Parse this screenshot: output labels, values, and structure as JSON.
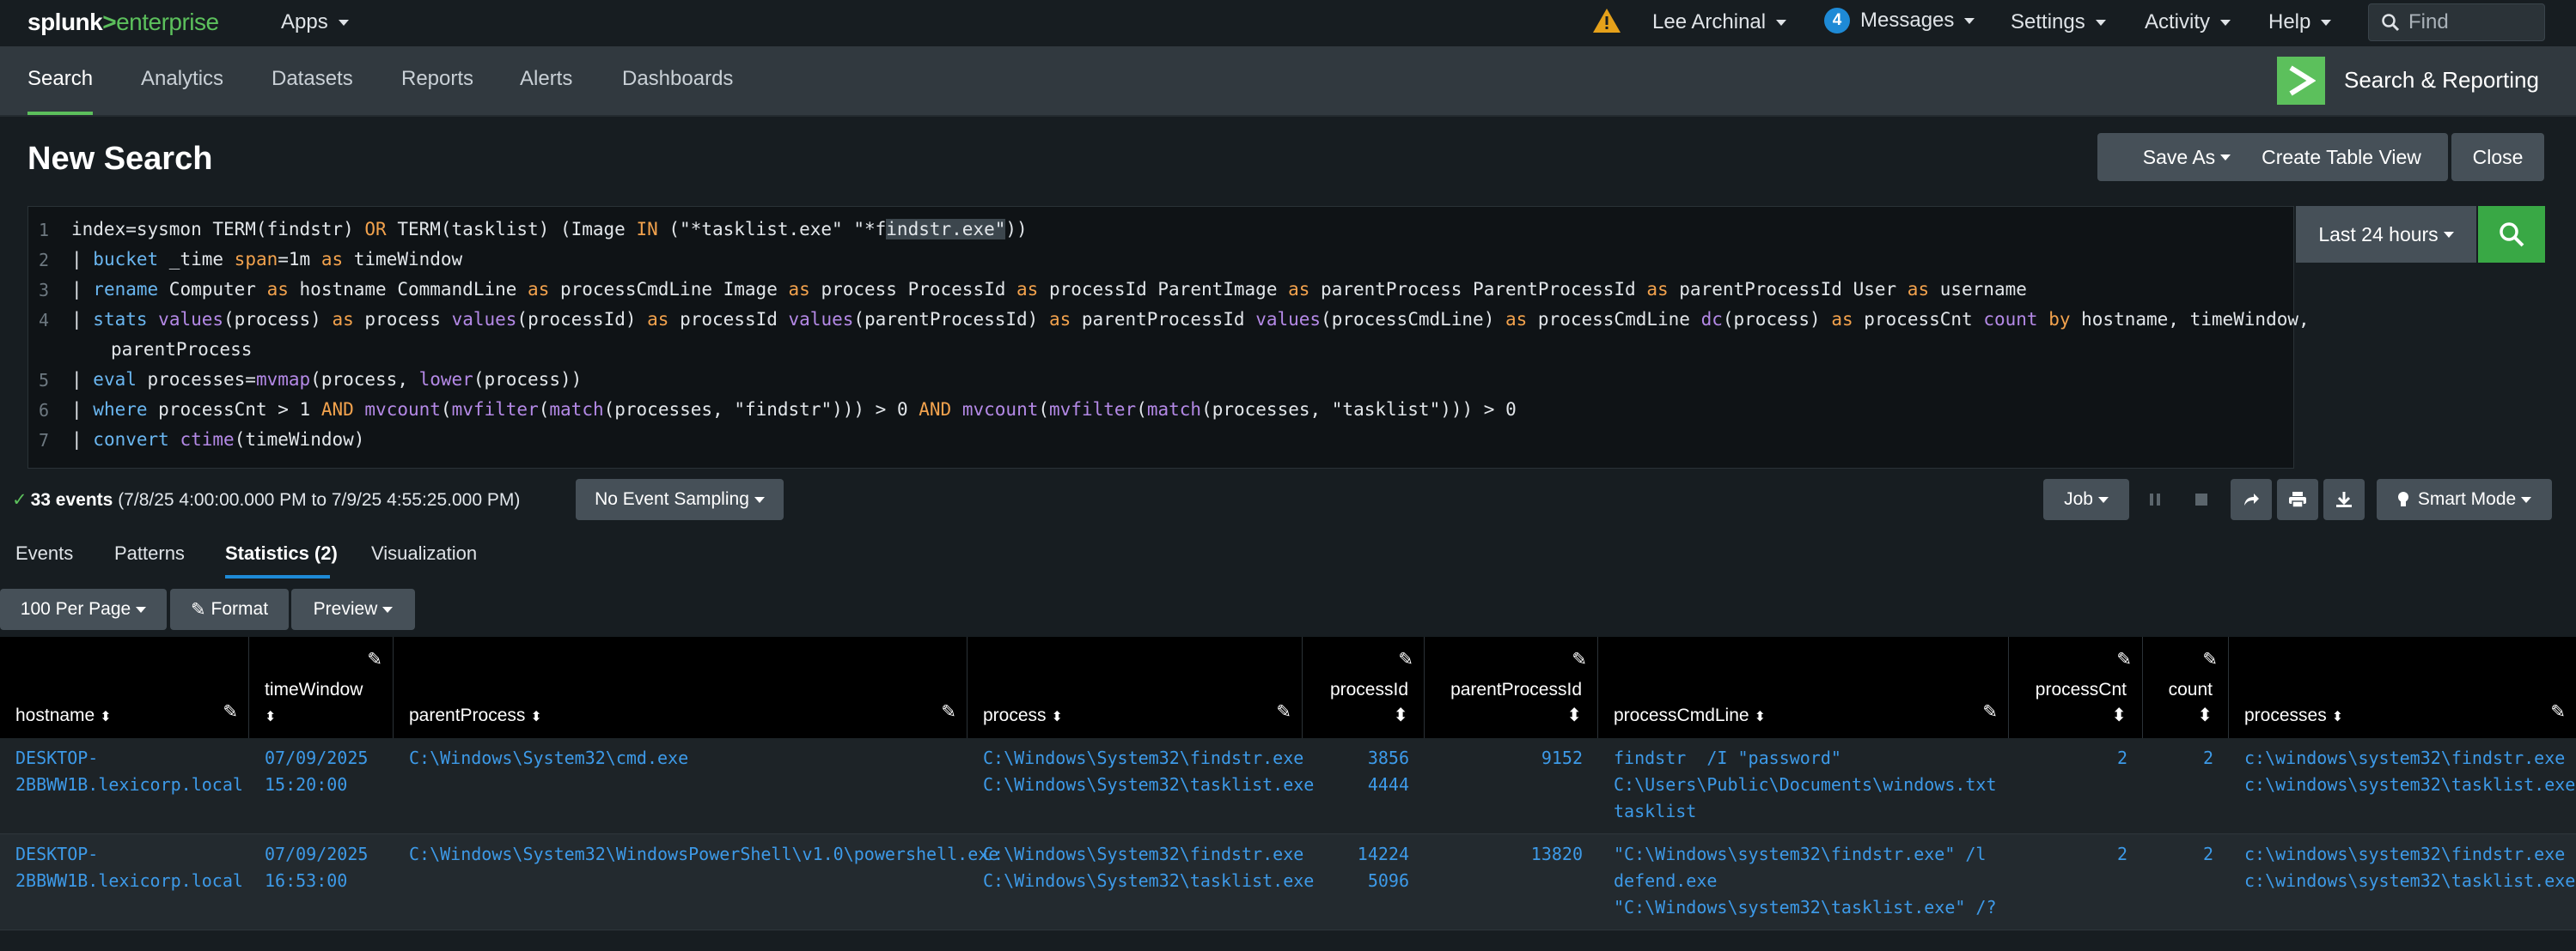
{
  "topbar": {
    "logo_splunk": "splunk",
    "logo_gt": ">",
    "logo_enterprise": "enterprise",
    "apps": "Apps",
    "user": "Lee Archinal",
    "messages_count": "4",
    "messages": "Messages",
    "settings": "Settings",
    "activity": "Activity",
    "help": "Help",
    "find": "Find",
    "warning_color": "#e5a11a"
  },
  "appbar": {
    "tabs": [
      "Search",
      "Analytics",
      "Datasets",
      "Reports",
      "Alerts",
      "Dashboards"
    ],
    "app_name": "Search & Reporting",
    "accent": "#5cc05c"
  },
  "page": {
    "title": "New Search",
    "save_as": "Save As",
    "create_table_view": "Create Table View",
    "close": "Close"
  },
  "search": {
    "line_numbers": [
      "1",
      "2",
      "3",
      "4",
      "5",
      "6",
      "7"
    ],
    "time_range": "Last 24 hours"
  },
  "status": {
    "check": "✓",
    "events": "33 events",
    "range": "(7/8/25 4:00:00.000 PM to 7/9/25 4:55:25.000 PM)",
    "sampling": "No Event Sampling",
    "job": "Job",
    "mode": "Smart Mode"
  },
  "result_tabs": [
    "Events",
    "Patterns",
    "Statistics (2)",
    "Visualization"
  ],
  "table_controls": {
    "per_page": "100 Per Page",
    "format": "Format",
    "preview": "Preview"
  },
  "table": {
    "columns": [
      "hostname",
      "timeWindow",
      "parentProcess",
      "process",
      "processId",
      "parentProcessId",
      "processCmdLine",
      "processCnt",
      "count",
      "processes"
    ],
    "rows": [
      {
        "hostname": [
          "DESKTOP-",
          "2BBWW1B.lexicorp.local"
        ],
        "timeWindow": [
          "07/09/2025",
          "15:20:00"
        ],
        "parentProcess": [
          "C:\\Windows\\System32\\cmd.exe"
        ],
        "process": [
          "C:\\Windows\\System32\\findstr.exe",
          "C:\\Windows\\System32\\tasklist.exe"
        ],
        "processId": [
          "3856",
          "4444"
        ],
        "parentProcessId": [
          "9152"
        ],
        "processCmdLine": [
          "findstr  /I \"password\"",
          "C:\\Users\\Public\\Documents\\windows.txt",
          "tasklist"
        ],
        "processCnt": "2",
        "count": "2",
        "processes": [
          "c:\\windows\\system32\\findstr.exe",
          "c:\\windows\\system32\\tasklist.exe"
        ]
      },
      {
        "hostname": [
          "DESKTOP-",
          "2BBWW1B.lexicorp.local"
        ],
        "timeWindow": [
          "07/09/2025",
          "16:53:00"
        ],
        "parentProcess": [
          "C:\\Windows\\System32\\WindowsPowerShell\\v1.0\\powershell.exe"
        ],
        "process": [
          "C:\\Windows\\System32\\findstr.exe",
          "C:\\Windows\\System32\\tasklist.exe"
        ],
        "processId": [
          "14224",
          "5096"
        ],
        "parentProcessId": [
          "13820"
        ],
        "processCmdLine": [
          "\"C:\\Windows\\system32\\findstr.exe\" /l",
          "defend.exe",
          "\"C:\\Windows\\system32\\tasklist.exe\" /?"
        ],
        "processCnt": "2",
        "count": "2",
        "processes": [
          "c:\\windows\\system32\\findstr.exe",
          "c:\\windows\\system32\\tasklist.exe"
        ]
      }
    ]
  }
}
